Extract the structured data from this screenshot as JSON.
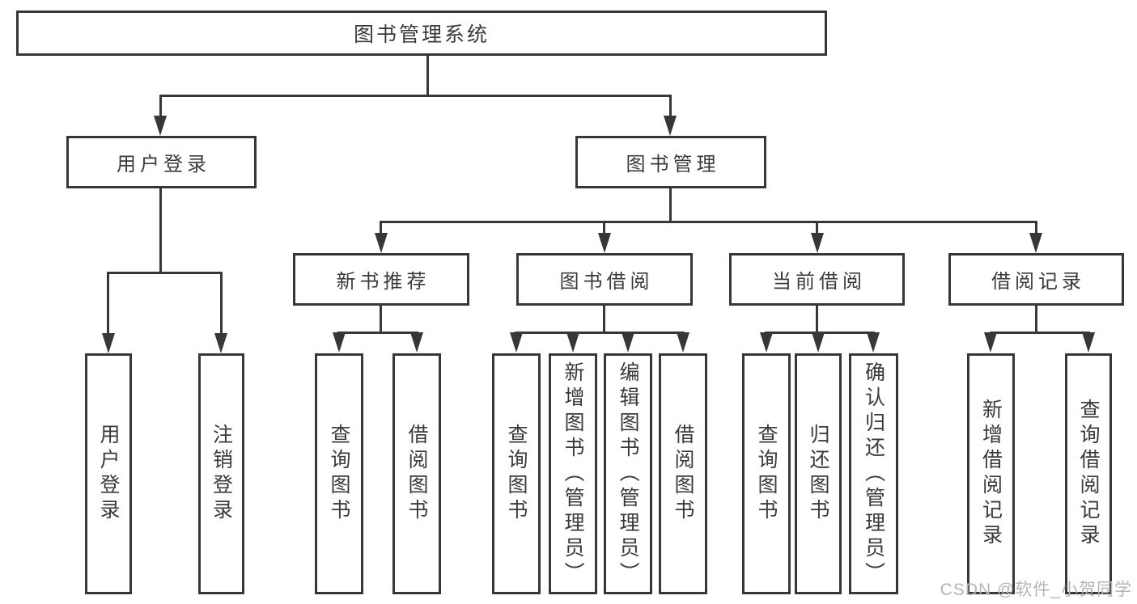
{
  "diagram": {
    "title_node": "functional structure tree of a library management system",
    "root": {
      "label": "图书管理系统"
    },
    "branches": [
      {
        "label": "用户登录",
        "children": [
          {
            "label": "用户登录"
          },
          {
            "label": "注销登录"
          }
        ]
      },
      {
        "label": "图书管理",
        "children": [
          {
            "label": "新书推荐",
            "children": [
              {
                "label": "查询图书"
              },
              {
                "label": "借阅图书"
              }
            ]
          },
          {
            "label": "图书借阅",
            "children": [
              {
                "label": "查询图书"
              },
              {
                "label": "新增图书（管理员）"
              },
              {
                "label": "编辑图书（管理员）"
              },
              {
                "label": "借阅图书"
              }
            ]
          },
          {
            "label": "当前借阅",
            "children": [
              {
                "label": "查询图书"
              },
              {
                "label": "归还图书"
              },
              {
                "label": "确认归还（管理员）"
              }
            ]
          },
          {
            "label": "借阅记录",
            "children": [
              {
                "label": "新增借阅记录"
              },
              {
                "label": "查询借阅记录"
              }
            ]
          }
        ]
      }
    ]
  },
  "watermark": {
    "text": "CSDN @软件_小贺同学"
  },
  "colors": {
    "line": "#373737",
    "text": "#3a3a3a",
    "background": "#ffffff",
    "watermark": "#b5b5b5"
  }
}
